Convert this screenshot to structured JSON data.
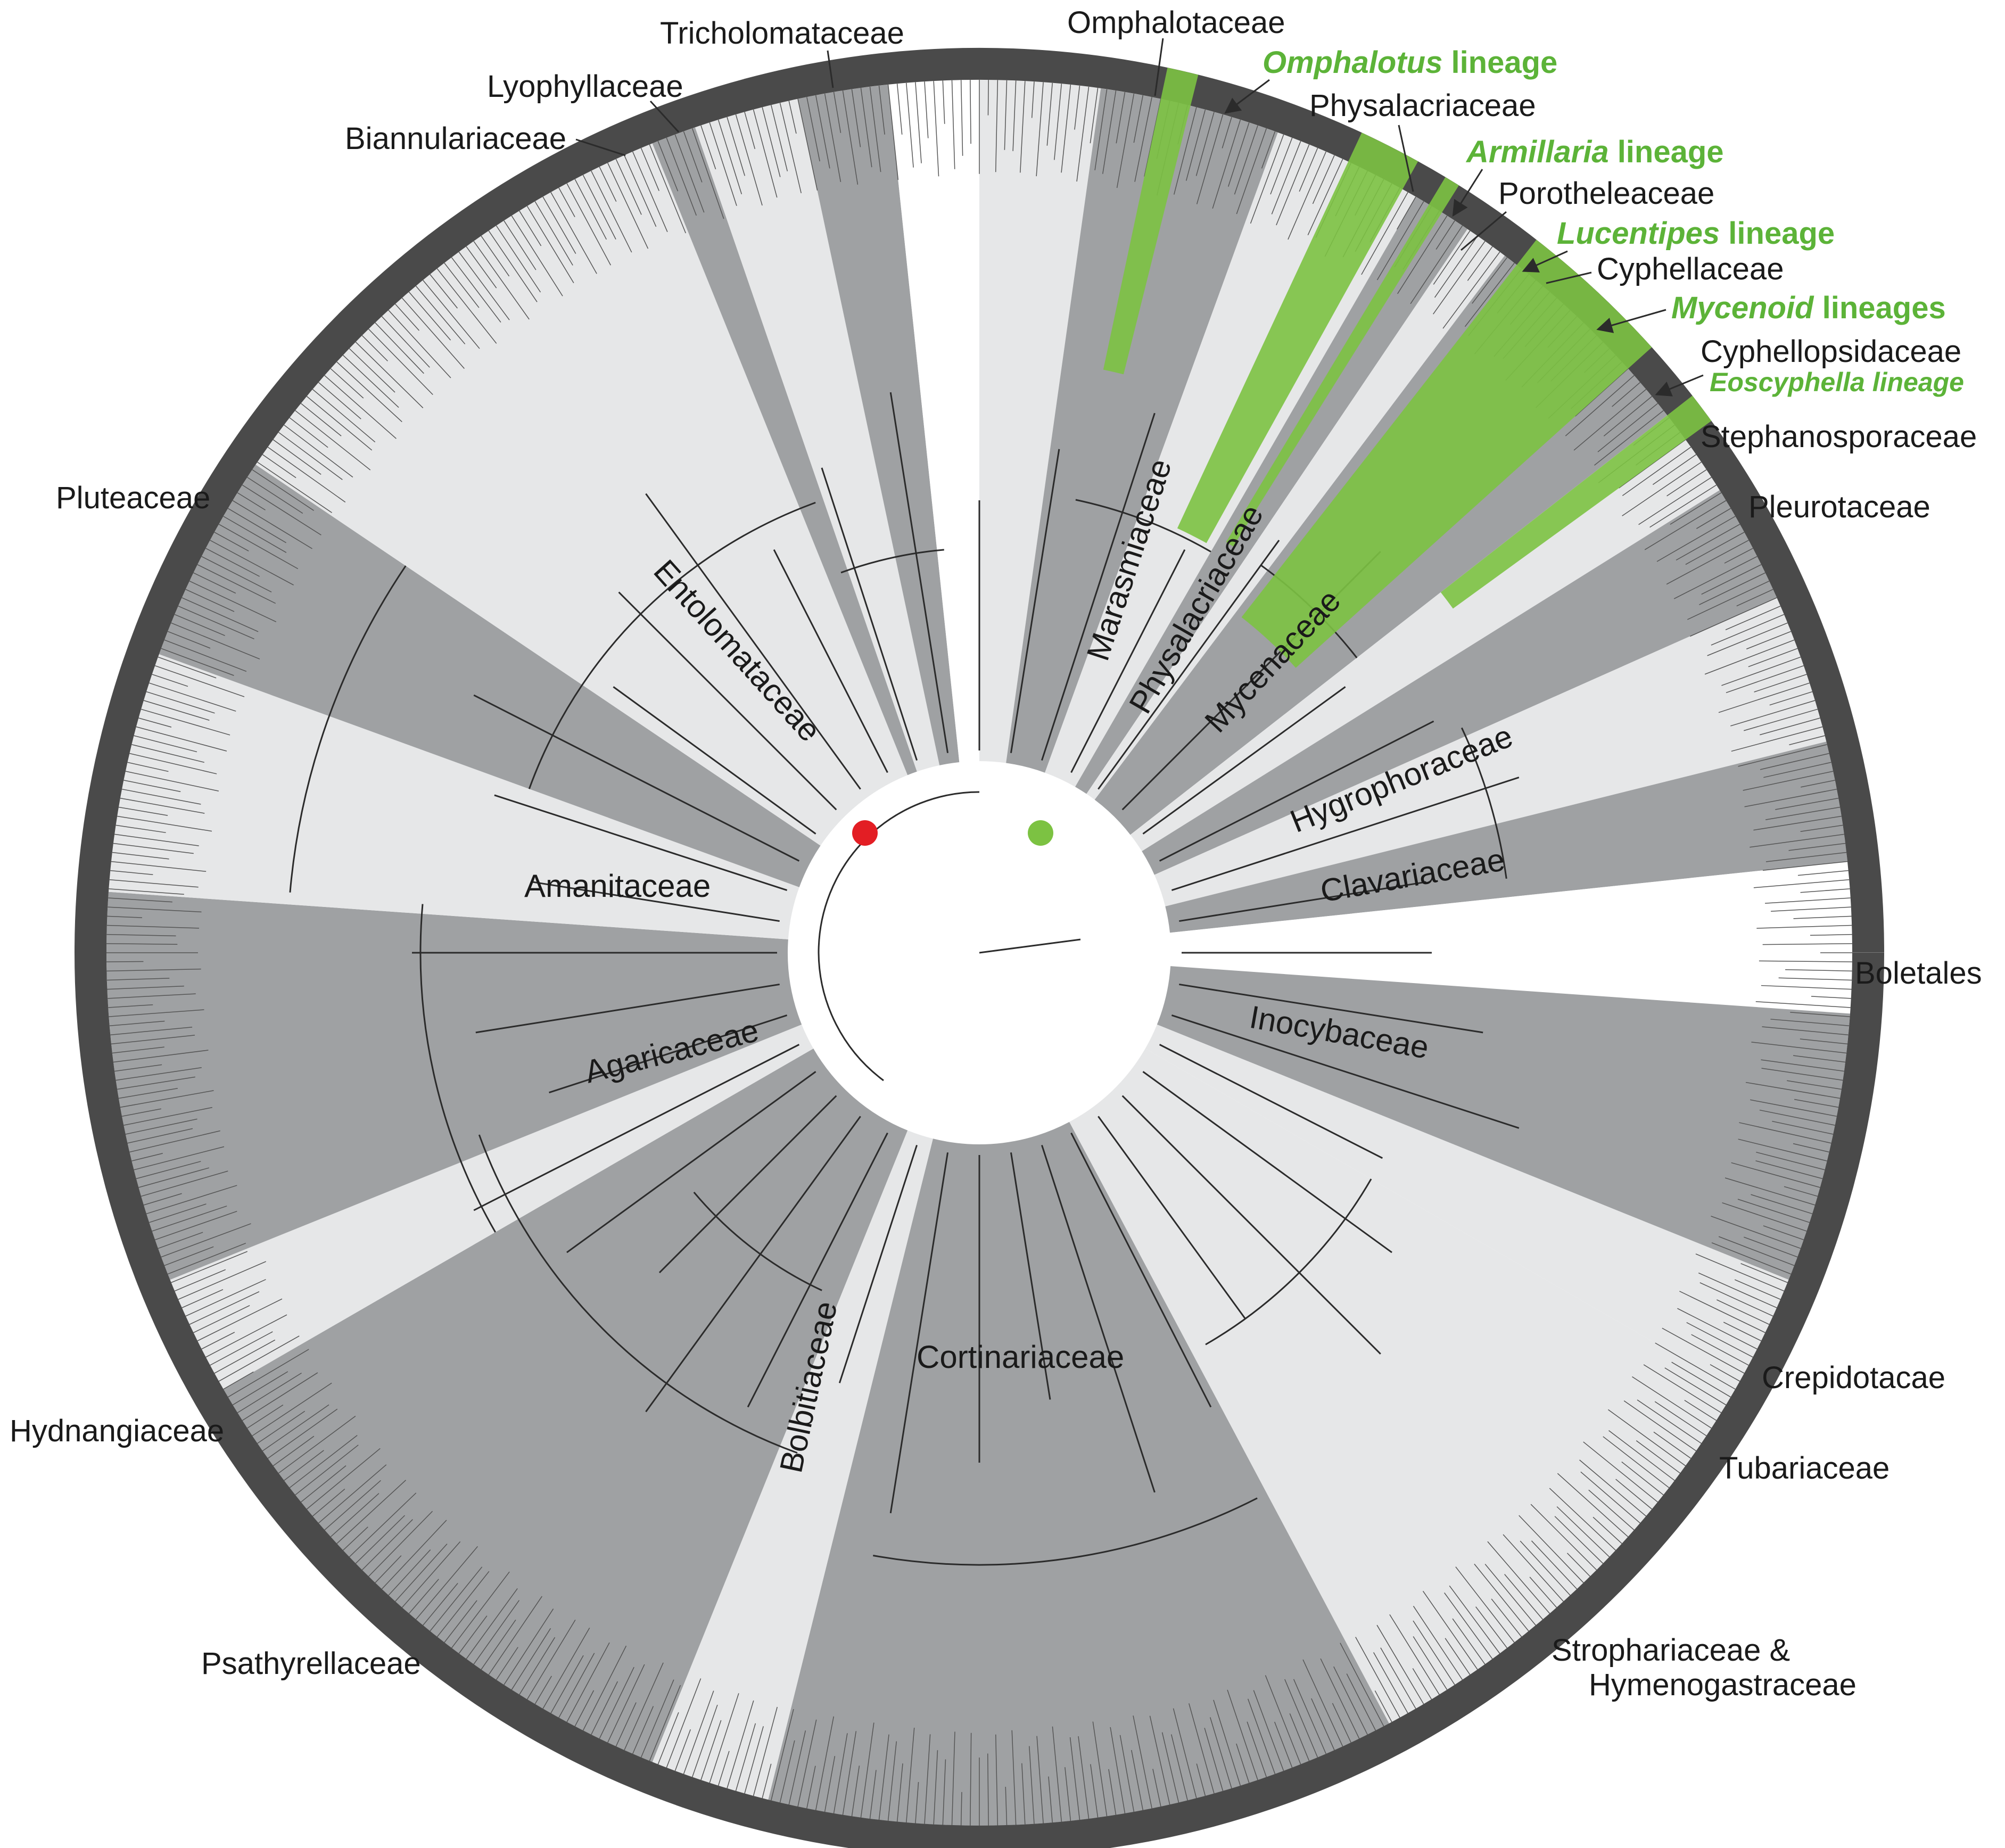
{
  "colors": {
    "band_dark": "#9fa1a3",
    "band_light": "#e6e7e8",
    "rim": "#4a4a4a",
    "lineage_green": "#7cc242",
    "label_green": "#5cb338",
    "origin_red": "#e31e24",
    "origin_green": "#7cc242"
  },
  "outer_labels": [
    {
      "id": "tricholomataceae",
      "text": "Tricholomataceae"
    },
    {
      "id": "omphalotaceae",
      "text": "Omphalotaceae"
    },
    {
      "id": "lyophyllaceae",
      "text": "Lyophyllaceae"
    },
    {
      "id": "biannulariaceae",
      "text": "Biannulariaceae"
    },
    {
      "id": "physalacriaceae-outer",
      "text": "Physalacriaceae"
    },
    {
      "id": "porotheleaceae",
      "text": "Porotheleaceae"
    },
    {
      "id": "cyphellaceae",
      "text": "Cyphellaceae"
    },
    {
      "id": "cyphellopsidaceae",
      "text": "Cyphellopsidaceae"
    },
    {
      "id": "stephanosporaceae",
      "text": "Stephanosporaceae"
    },
    {
      "id": "pleurotaceae",
      "text": "Pleurotaceae"
    },
    {
      "id": "pluteaceae",
      "text": "Pluteaceae"
    },
    {
      "id": "boletales",
      "text": "Boletales"
    },
    {
      "id": "crepidotacae",
      "text": "Crepidotacae"
    },
    {
      "id": "tubariaceae",
      "text": "Tubariaceae"
    },
    {
      "id": "hydnangiaceae",
      "text": "Hydnangiaceae"
    },
    {
      "id": "psathyrellaceae",
      "text": "Psathyrellaceae"
    },
    {
      "id": "strophariaceae-1",
      "text": "Strophariaceae &"
    },
    {
      "id": "strophariaceae-2",
      "text": "Hymenogastraceae"
    }
  ],
  "green_labels": {
    "omphalotus": {
      "italic": "Omphalotus",
      "rest": " lineage"
    },
    "armillaria": {
      "italic": "Armillaria",
      "rest": " lineage"
    },
    "lucentipes": {
      "italic": "Lucentipes",
      "rest": " lineage"
    },
    "mycenoid": {
      "italic": "Mycenoid",
      "rest": " lineages"
    },
    "eoscyphella": {
      "italic": "Eoscyphella lineage",
      "rest": ""
    }
  },
  "inner_labels": {
    "entolomataceae": "Entolomataceae",
    "amanitaceae": "Amanitaceae",
    "agaricaceae": "Agaricaceae",
    "marasmiaceae": "Marasmiaceae",
    "physalacriaceae": "Physalacriaceae",
    "mycenaceae": "Mycenaceae",
    "hygrophoraceae": "Hygrophoraceae",
    "clavariaceae": "Clavariaceae",
    "inocybaceae": "Inocybaceae",
    "bolbitiaceae": "Bolbitiaceae",
    "cortinariaceae": "Cortinariaceae"
  }
}
